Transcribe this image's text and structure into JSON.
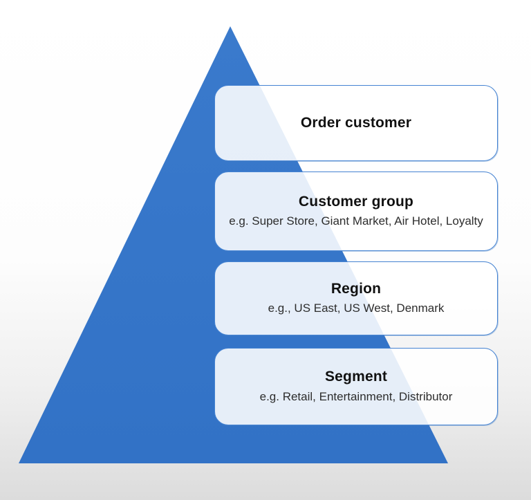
{
  "diagram": {
    "type": "pyramid-hierarchy",
    "colors": {
      "triangle": "#3474c9",
      "box_border": "#4583d2",
      "box_fill": "rgba(255,255,255,0.88)",
      "background_top": "#ffffff",
      "background_bottom": "#dcdcdc",
      "title_text": "#111111",
      "examples_text": "#2d2d2d"
    },
    "levels": [
      {
        "label": "Order customer",
        "examples": ""
      },
      {
        "label": "Customer group",
        "examples": "e.g. Super Store, Giant Market, Air Hotel, Loyalty"
      },
      {
        "label": "Region",
        "examples": "e.g., US East, US West, Denmark"
      },
      {
        "label": "Segment",
        "examples": "e.g. Retail, Entertainment, Distributor"
      }
    ]
  }
}
